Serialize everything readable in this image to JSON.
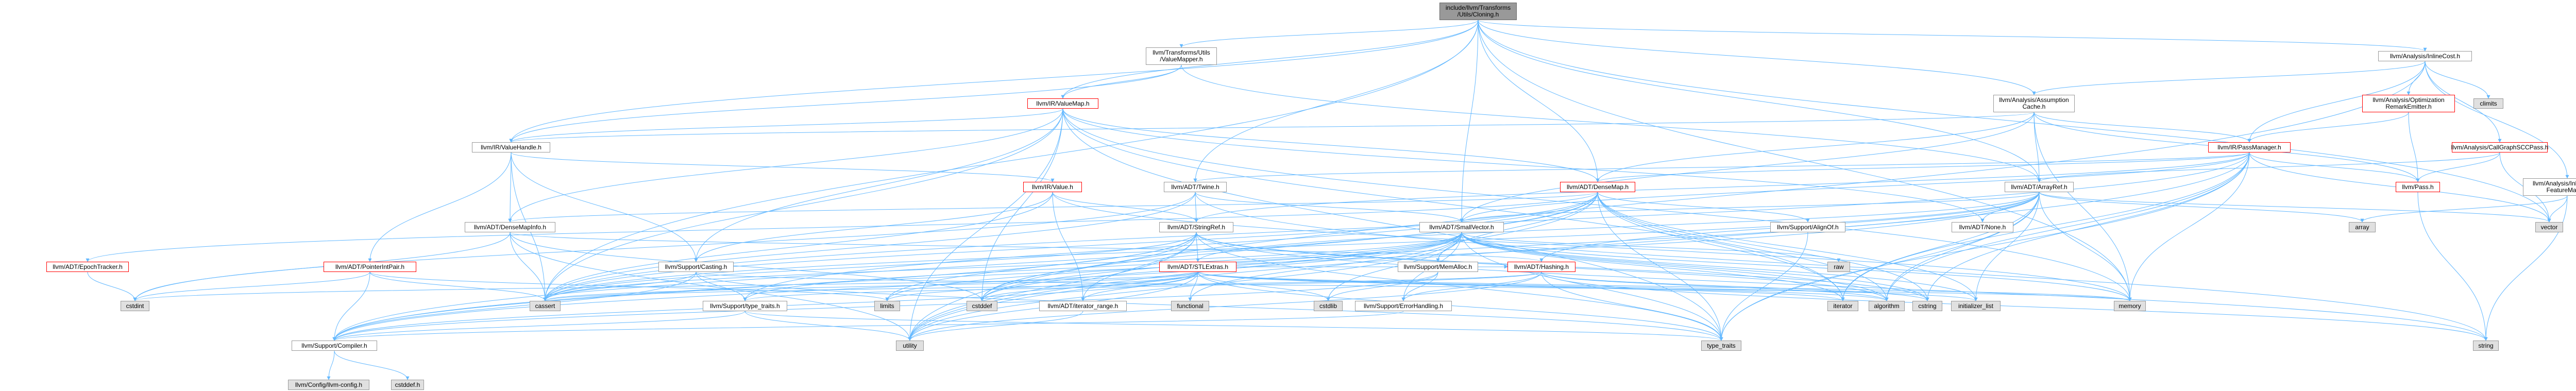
{
  "colors": {
    "edge": "#63b8ff",
    "node_border": "#999999",
    "node_border_red": "#ff0000",
    "root_fill": "#999999",
    "system_fill": "#e0e0e0"
  },
  "nodes": {
    "root": "include/llvm/Transforms\n/Utils/Cloning.h",
    "value_mapper": "llvm/Transforms/Utils\n/ValueMapper.h",
    "inline_cost": "llvm/Analysis/InlineCost.h",
    "value_map": "llvm/IR/ValueMap.h",
    "assumption_cache": "llvm/Analysis/Assumption\nCache.h",
    "cgscc_pass": "llvm/Analysis/CallGraphSCCPass.h",
    "opt_remark": "llvm/Analysis/Optimization\nRemarkEmitter.h",
    "climits": "climits",
    "inline_model": "llvm/Analysis/InlineModel\nFeatureMaps.h",
    "value_handle": "llvm/IR/ValueHandle.h",
    "pass_manager": "llvm/IR/PassManager.h",
    "pass": "llvm/Pass.h",
    "ir_value": "llvm/IR/Value.h",
    "adt_twine": "llvm/ADT/Twine.h",
    "dense_map": "llvm/ADT/DenseMap.h",
    "array_ref": "llvm/ADT/ArrayRef.h",
    "dense_map_info": "llvm/ADT/DenseMapInfo.h",
    "string_ref": "llvm/ADT/StringRef.h",
    "small_vector": "llvm/ADT/SmallVector.h",
    "align_of": "llvm/Support/AlignOf.h",
    "adt_none": "llvm/ADT/None.h",
    "epoch_tracker": "llvm/ADT/EpochTracker.h",
    "pointer_int_pair": "llvm/ADT/PointerIntPair.h",
    "casting": "llvm/Support/Casting.h",
    "stl_extras": "llvm/ADT/STLExtras.h",
    "mem_alloc": "llvm/Support/MemAlloc.h",
    "hashing": "llvm/ADT/Hashing.h",
    "type_traits_h": "llvm/Support/type_traits.h",
    "iterator_range": "llvm/ADT/iterator_range.h",
    "error_handling": "llvm/Support/ErrorHandling.h",
    "compiler": "llvm/Support/Compiler.h",
    "llvm_config": "llvm/Config/llvm-config.h",
    "cstddef_h": "cstddef.h",
    "array": "array",
    "vector": "vector",
    "raw": "raw",
    "cstdint": "cstdint",
    "cassert": "cassert",
    "limits": "limits",
    "cstddef": "cstddef",
    "functional": "functional",
    "cstdlib": "cstdlib",
    "iterator": "iterator",
    "algorithm": "algorithm",
    "cstring": "cstring",
    "initializer_list": "initializer_list",
    "memory": "memory",
    "utility": "utility",
    "type_traits": "type_traits",
    "string": "string"
  }
}
